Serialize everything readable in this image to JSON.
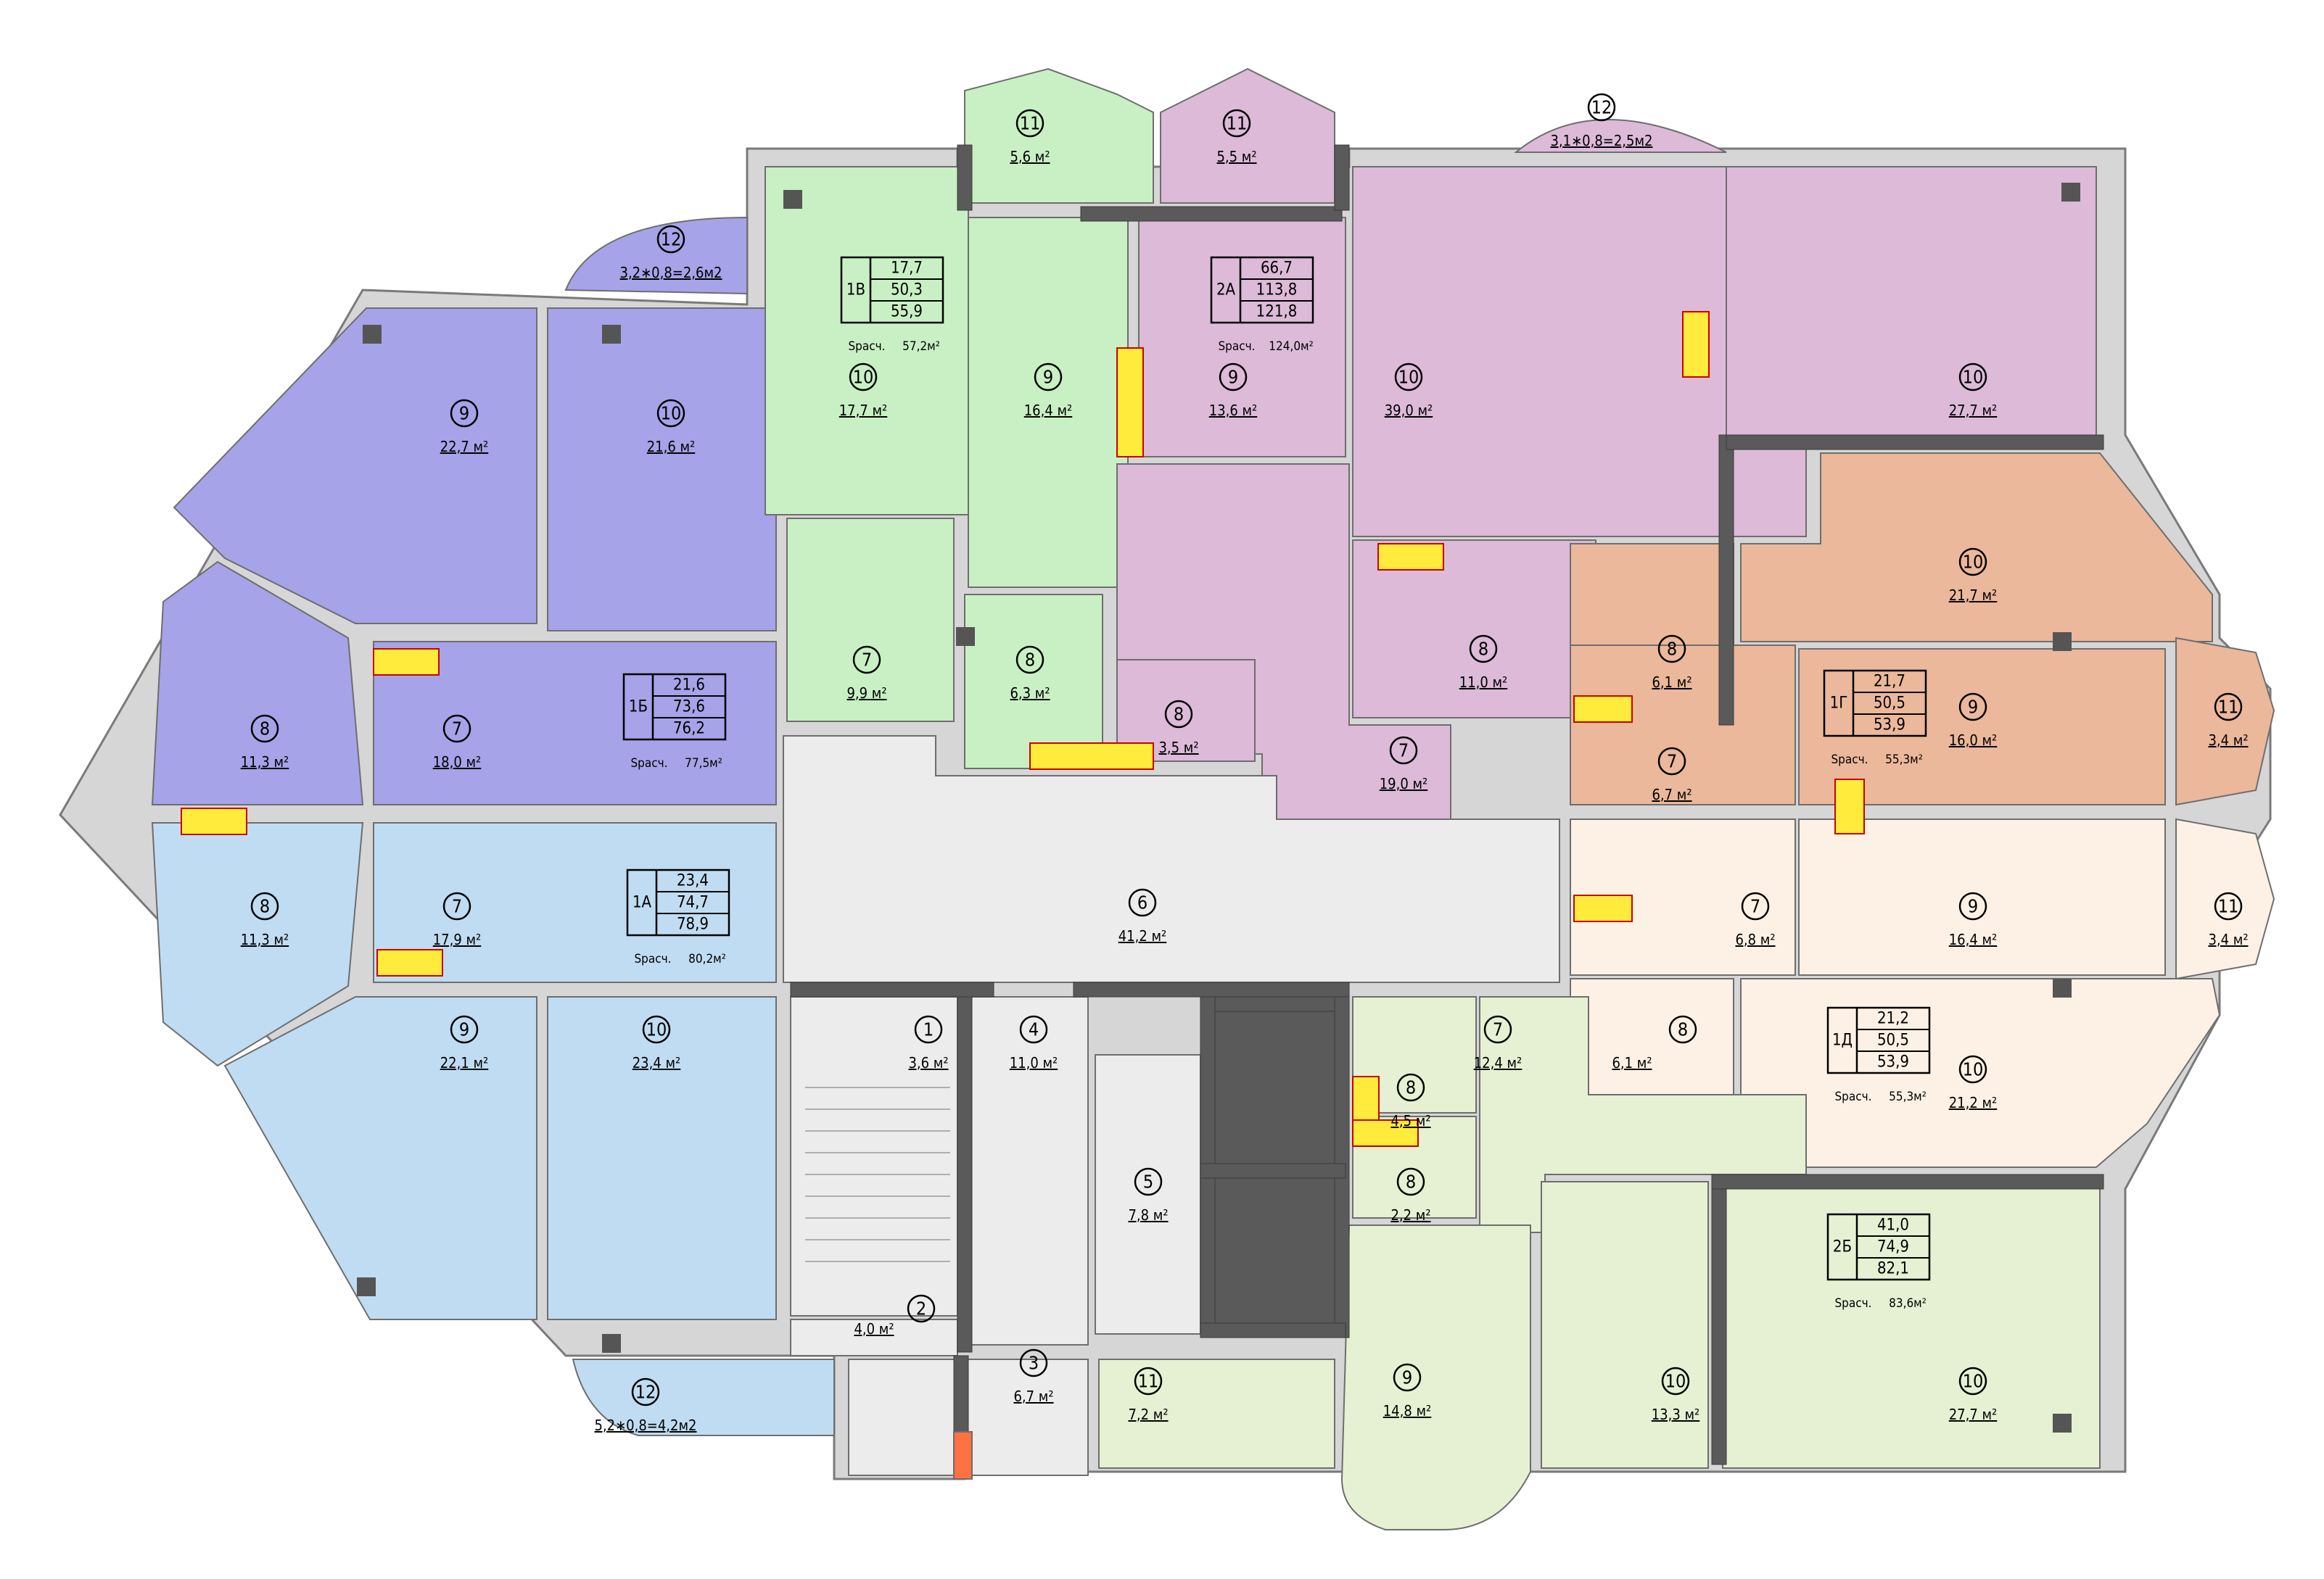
{
  "colors": {
    "apt_1B": "#a6a3e8",
    "apt_1A": "#c0dcf2",
    "apt_1V": "#c9f0c4",
    "apt_2A": "#dcbad8",
    "apt_1G": "#ebb89b",
    "apt_1D": "#fdf1e5",
    "apt_2B": "#e6f0d3",
    "common": "#ececec"
  },
  "rooms": [
    {
      "num": "12",
      "area": "3,2∗0,8=2,6м2"
    },
    {
      "num": "9",
      "area": "22,7 м²"
    },
    {
      "num": "10",
      "area": "21,6 м²"
    },
    {
      "num": "8",
      "area": "11,3 м²"
    },
    {
      "num": "7",
      "area": "18,0 м²"
    },
    {
      "num": "8",
      "area": "11,3 м²"
    },
    {
      "num": "7",
      "area": "17,9 м²"
    },
    {
      "num": "9",
      "area": "22,1 м²"
    },
    {
      "num": "10",
      "area": "23,4 м²"
    },
    {
      "num": "12",
      "area": "5,2∗0,8=4,2м2"
    },
    {
      "num": "11",
      "area": "5,6 м²"
    },
    {
      "num": "10",
      "area": "17,7 м²"
    },
    {
      "num": "9",
      "area": "16,4 м²"
    },
    {
      "num": "7",
      "area": "9,9 м²"
    },
    {
      "num": "8",
      "area": "6,3 м²"
    },
    {
      "num": "11",
      "area": "5,5 м²"
    },
    {
      "num": "9",
      "area": "13,6 м²"
    },
    {
      "num": "8",
      "area": "3,5 м²"
    },
    {
      "num": "7",
      "area": "19,0 м²"
    },
    {
      "num": "12",
      "area": "3,1∗0,8=2,5м2"
    },
    {
      "num": "10",
      "area": "39,0 м²"
    },
    {
      "num": "8",
      "area": "11,0 м²"
    },
    {
      "num": "10",
      "area": "27,7 м²"
    },
    {
      "num": "10",
      "area": "21,7 м²"
    },
    {
      "num": "8",
      "area": "6,1 м²"
    },
    {
      "num": "7",
      "area": "6,7 м²"
    },
    {
      "num": "9",
      "area": "16,0 м²"
    },
    {
      "num": "11",
      "area": "3,4 м²"
    },
    {
      "num": "6",
      "area": "41,2 м²"
    },
    {
      "num": "7",
      "area": "6,8 м²"
    },
    {
      "num": "9",
      "area": "16,4 м²"
    },
    {
      "num": "11",
      "area": "3,4 м²"
    },
    {
      "num": "8",
      "area": "6,1 м²"
    },
    {
      "num": "10",
      "area": "21,2 м²"
    },
    {
      "num": "1",
      "area": "3,6 м²"
    },
    {
      "num": "4",
      "area": "11,0 м²"
    },
    {
      "num": "5",
      "area": "7,8 м²"
    },
    {
      "num": "2",
      "area": "4,0 м²"
    },
    {
      "num": "3",
      "area": "6,7 м²"
    },
    {
      "num": "11",
      "area": "7,2 м²"
    },
    {
      "num": "8",
      "area": "4,5 м²"
    },
    {
      "num": "8",
      "area": "2,2 м²"
    },
    {
      "num": "7",
      "area": "12,4 м²"
    },
    {
      "num": "9",
      "area": "14,8 м²"
    },
    {
      "num": "10",
      "area": "13,3 м²"
    },
    {
      "num": "10",
      "area": "27,7 м²"
    }
  ],
  "apartments": [
    {
      "label": "1В",
      "values": [
        "17,7",
        "50,3",
        "55,9"
      ],
      "s_label": "Sрасч.",
      "s_value": "57,2м²"
    },
    {
      "label": "2А",
      "values": [
        "66,7",
        "113,8",
        "121,8"
      ],
      "s_label": "Sрасч.",
      "s_value": "124,0м²"
    },
    {
      "label": "1Б",
      "values": [
        "21,6",
        "73,6",
        "76,2"
      ],
      "s_label": "Sрасч.",
      "s_value": "77,5м²"
    },
    {
      "label": "1Г",
      "values": [
        "21,7",
        "50,5",
        "53,9"
      ],
      "s_label": "Sрасч.",
      "s_value": "55,3м²"
    },
    {
      "label": "1А",
      "values": [
        "23,4",
        "74,7",
        "78,9"
      ],
      "s_label": "Sрасч.",
      "s_value": "80,2м²"
    },
    {
      "label": "1Д",
      "values": [
        "21,2",
        "50,5",
        "53,9"
      ],
      "s_label": "Sрасч.",
      "s_value": "55,3м²"
    },
    {
      "label": "2Б",
      "values": [
        "41,0",
        "74,9",
        "82,1"
      ],
      "s_label": "Sрасч.",
      "s_value": "83,6м²"
    }
  ]
}
